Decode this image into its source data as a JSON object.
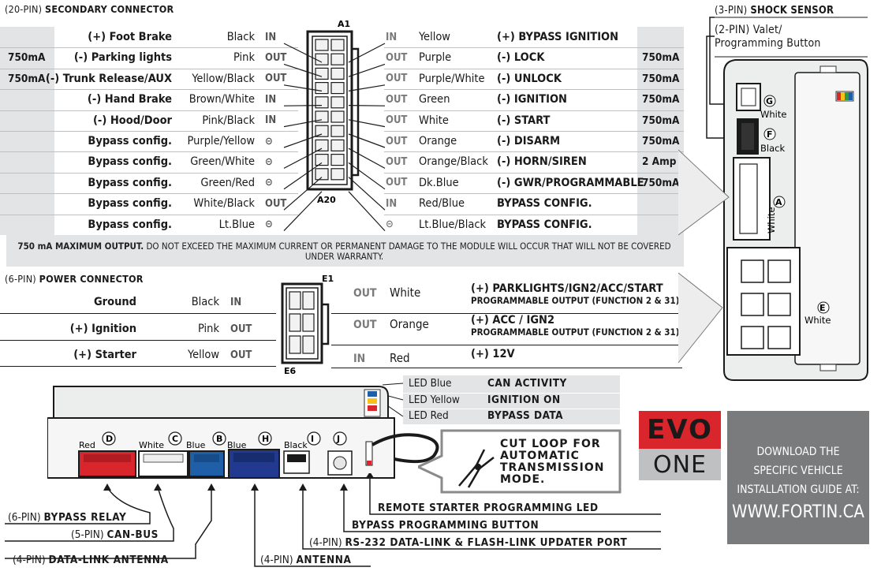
{
  "secondary": {
    "header_prefix": "(20-PIN) ",
    "header_bold": "SECONDARY CONNECTOR",
    "pin_top": "A1",
    "pin_bottom": "A20",
    "left_rows": [
      {
        "ma": "",
        "fn": "(+) Foot Brake",
        "wire": "Black",
        "dir": "IN"
      },
      {
        "ma": "750mA",
        "fn": "(-) Parking lights",
        "wire": "Pink",
        "dir": "OUT"
      },
      {
        "ma": "750mA",
        "fn": "(-) Trunk Release/AUX",
        "wire": "Yellow/Black",
        "dir": "OUT"
      },
      {
        "ma": "",
        "fn": "(-) Hand Brake",
        "wire": "Brown/White",
        "dir": "IN"
      },
      {
        "ma": "",
        "fn": "(-) Hood/Door",
        "wire": "Pink/Black",
        "dir": "IN"
      },
      {
        "ma": "",
        "fn": "Bypass config.",
        "wire": "Purple/Yellow",
        "dir": "⊝"
      },
      {
        "ma": "",
        "fn": "Bypass config.",
        "wire": "Green/White",
        "dir": "⊝"
      },
      {
        "ma": "",
        "fn": "Bypass config.",
        "wire": "Green/Red",
        "dir": "⊝"
      },
      {
        "ma": "",
        "fn": "Bypass config.",
        "wire": "White/Black",
        "dir": "OUT"
      },
      {
        "ma": "",
        "fn": "Bypass config.",
        "wire": "Lt.Blue",
        "dir": "⊝"
      }
    ],
    "right_rows": [
      {
        "dir": "IN",
        "wire": "Yellow",
        "fn": "(+) BYPASS IGNITION",
        "ma": ""
      },
      {
        "dir": "OUT",
        "wire": "Purple",
        "fn": "(-) LOCK",
        "ma": "750mA"
      },
      {
        "dir": "OUT",
        "wire": "Purple/White",
        "fn": "(-) UNLOCK",
        "ma": "750mA"
      },
      {
        "dir": "OUT",
        "wire": "Green",
        "fn": "(-) IGNITION",
        "ma": "750mA"
      },
      {
        "dir": "OUT",
        "wire": "White",
        "fn": "(-) START",
        "ma": "750mA"
      },
      {
        "dir": "OUT",
        "wire": "Orange",
        "fn": "(-) DISARM",
        "ma": "750mA"
      },
      {
        "dir": "OUT",
        "wire": "Orange/Black",
        "fn": "(-) HORN/SIREN",
        "ma": "2 Amp"
      },
      {
        "dir": "OUT",
        "wire": "Dk.Blue",
        "fn": "(-) GWR/PROGRAMMABLE",
        "ma": "750mA"
      },
      {
        "dir": "IN",
        "wire": "Red/Blue",
        "fn": "BYPASS CONFIG.",
        "ma": ""
      },
      {
        "dir": "⊝",
        "wire": "Lt.Blue/Black",
        "fn": "BYPASS CONFIG.",
        "ma": ""
      }
    ],
    "warning_bold": "750 mA MAXIMUM OUTPUT.",
    "warning_text": " DO NOT EXCEED THE MAXIMUM CURRENT OR PERMANENT DAMAGE TO THE MODULE WILL OCCUR THAT WILL NOT BE COVERED UNDER WARRANTY."
  },
  "power": {
    "header_prefix": "(6-PIN) ",
    "header_bold": "POWER CONNECTOR",
    "pin_top": "E1",
    "pin_bottom": "E6",
    "left_rows": [
      {
        "fn": "Ground",
        "wire": "Black",
        "dir": "IN"
      },
      {
        "fn": "(+) Ignition",
        "wire": "Pink",
        "dir": "OUT"
      },
      {
        "fn": "(+) Starter",
        "wire": "Yellow",
        "dir": "OUT"
      }
    ],
    "right_rows": [
      {
        "dir": "OUT",
        "wire": "White",
        "fn": "(+) PARKLIGHTS/IGN2/ACC/START",
        "sub": "PROGRAMMABLE OUTPUT (FUNCTION 2 & 31)"
      },
      {
        "dir": "OUT",
        "wire": "Orange",
        "fn": "(+) ACC / IGN2",
        "sub": "PROGRAMMABLE OUTPUT (FUNCTION 2 & 31)"
      },
      {
        "dir": "IN",
        "wire": "Red",
        "fn": "(+) 12V",
        "sub": ""
      }
    ]
  },
  "module_side": {
    "shock_prefix": "(3-PIN) ",
    "shock_bold": "SHOCK SENSOR",
    "valet_line1": "(2-PIN) Valet/",
    "valet_line2": "Programming Button",
    "g_letter": "G",
    "g_color": "White",
    "f_letter": "F",
    "f_color": "Black",
    "a_letter": "A",
    "a_color": "White",
    "e_letter": "E",
    "e_color": "White"
  },
  "leds": [
    {
      "name": "LED Blue",
      "meaning": "CAN ACTIVITY"
    },
    {
      "name": "LED Yellow",
      "meaning": "IGNITION ON"
    },
    {
      "name": "LED Red",
      "meaning": "BYPASS DATA"
    }
  ],
  "bottom_ports": [
    {
      "letter": "D",
      "color": "Red"
    },
    {
      "letter": "C",
      "color": "White"
    },
    {
      "letter": "B",
      "color": "Blue"
    },
    {
      "letter": "H",
      "color": "Blue"
    },
    {
      "letter": "I",
      "color": "Black"
    },
    {
      "letter": "J",
      "color": ""
    }
  ],
  "cut_loop": "CUT LOOP FOR AUTOMATIC TRANSMISSION MODE.",
  "bottom_labels": {
    "prog_led": "REMOTE STARTER PROGRAMMING LED",
    "bypass_btn": "BYPASS PROGRAMMING BUTTON",
    "rs232_prefix": "(4-PIN) ",
    "rs232_bold": "RS-232 DATA-LINK & FLASH-LINK UPDATER PORT",
    "antenna_prefix": "(4-PIN) ",
    "antenna_bold": "ANTENNA",
    "relay_prefix": "(6-PIN) ",
    "relay_bold": "BYPASS RELAY",
    "canbus_prefix": "(5-PIN) ",
    "canbus_bold": "CAN-BUS",
    "dla_prefix": "(4-PIN) ",
    "dla_bold": "DATA-LINK ANTENNA"
  },
  "brand": {
    "top": "EVO",
    "bottom": "ONE"
  },
  "download": {
    "line1": "DOWNLOAD THE",
    "line2": "SPECIFIC VEHICLE",
    "line3": "INSTALLATION GUIDE AT:",
    "url": "WWW.FORTIN.CA"
  },
  "colors": {
    "red": "#d9262c",
    "blue": "#1f5fa8",
    "dark_blue": "#213a8f",
    "gray_box": "#7a7b7d",
    "shade": "#e3e4e5"
  }
}
